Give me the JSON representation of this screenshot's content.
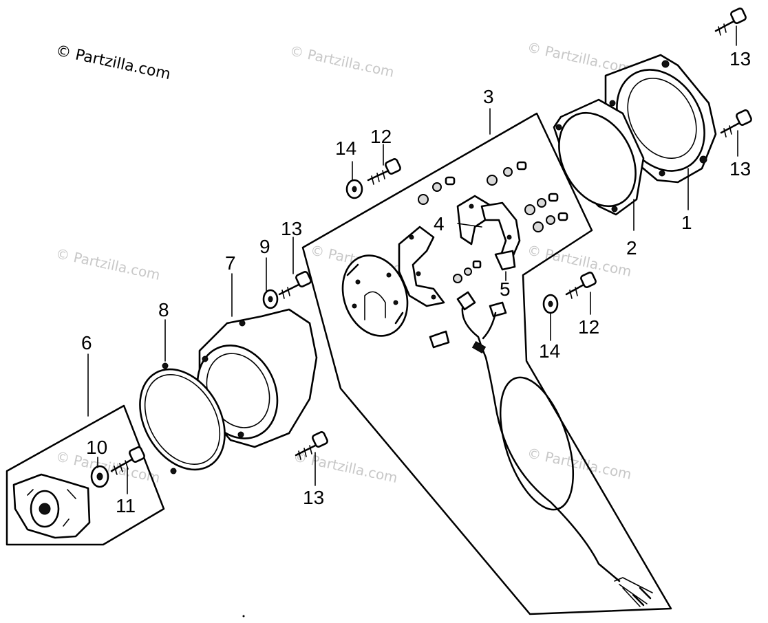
{
  "copyright": "© Partzilla.com",
  "watermark": "© Partzilla.com",
  "callouts": {
    "n1": "1",
    "n2": "2",
    "n3": "3",
    "n4": "4",
    "n5": "5",
    "n6": "6",
    "n7": "7",
    "n8": "8",
    "n9": "9",
    "n10": "10",
    "n11": "11",
    "n12a": "12",
    "n12b": "12",
    "n13a": "13",
    "n13b": "13",
    "n13c": "13",
    "n13d": "13",
    "n14a": "14",
    "n14b": "14"
  }
}
